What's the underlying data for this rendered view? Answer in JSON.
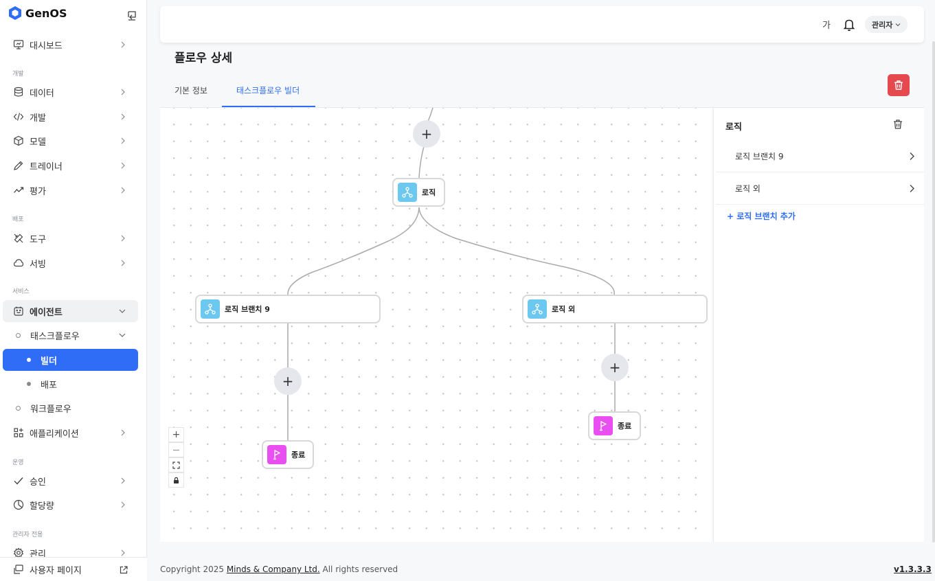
{
  "brand": {
    "name": "GenOS",
    "color": "#2f6df6"
  },
  "sidebar": {
    "items": [
      {
        "label": "대시보드",
        "icon": "dashboard-icon"
      },
      {
        "section": "개발"
      },
      {
        "label": "데이터",
        "icon": "database-icon"
      },
      {
        "label": "개발",
        "icon": "code-icon"
      },
      {
        "label": "모델",
        "icon": "cube-icon"
      },
      {
        "label": "트레이너",
        "icon": "pencil-icon"
      },
      {
        "label": "평가",
        "icon": "chart-line-icon"
      },
      {
        "section": "배포"
      },
      {
        "label": "도구",
        "icon": "tools-icon"
      },
      {
        "label": "서빙",
        "icon": "cloud-icon"
      },
      {
        "section": "서비스"
      },
      {
        "label": "에이전트",
        "icon": "agent-icon",
        "expanded": true
      },
      {
        "label": "태스크플로우",
        "expanded": true
      },
      {
        "label": "빌더",
        "selected": true
      },
      {
        "label": "배포"
      },
      {
        "label": "워크플로우"
      },
      {
        "label": "애플리케이션",
        "icon": "apps-icon"
      },
      {
        "section": "운영"
      },
      {
        "label": "승인",
        "icon": "check-icon"
      },
      {
        "label": "할당량",
        "icon": "pie-icon"
      },
      {
        "section": "관리자 전용"
      },
      {
        "label": "관리",
        "icon": "gear-icon"
      }
    ],
    "footer": {
      "label": "사용자 페이지"
    }
  },
  "header": {
    "lang": "가",
    "user": "관리자"
  },
  "page": {
    "title": "플로우 상세",
    "tabs": [
      {
        "label": "기본 정보"
      },
      {
        "label": "태스크플로우 빌더",
        "active": true
      }
    ]
  },
  "canvas": {
    "nodes": {
      "logic": "로직",
      "branch9": "로직 브랜치 9",
      "else": "로직 외",
      "end_left": "종료",
      "end_right": "종료"
    },
    "add_symbol": "+",
    "zoom": {
      "in": "+",
      "out": "—"
    }
  },
  "panel": {
    "title": "로직",
    "rows": [
      "로직 브랜치 9",
      "로직 외"
    ],
    "add_label": "+ 로직 브랜치 추가"
  },
  "footer": {
    "copy_prefix": "Copyright 2025 ",
    "company": "Minds & Company Ltd.",
    "copy_suffix": " All rights reserved",
    "version": "v1.3.3.3"
  },
  "colors": {
    "primary": "#2f6df6",
    "danger": "#e5484d",
    "logic_node": "#6cc8ee",
    "end_node": "#e84ef0"
  }
}
